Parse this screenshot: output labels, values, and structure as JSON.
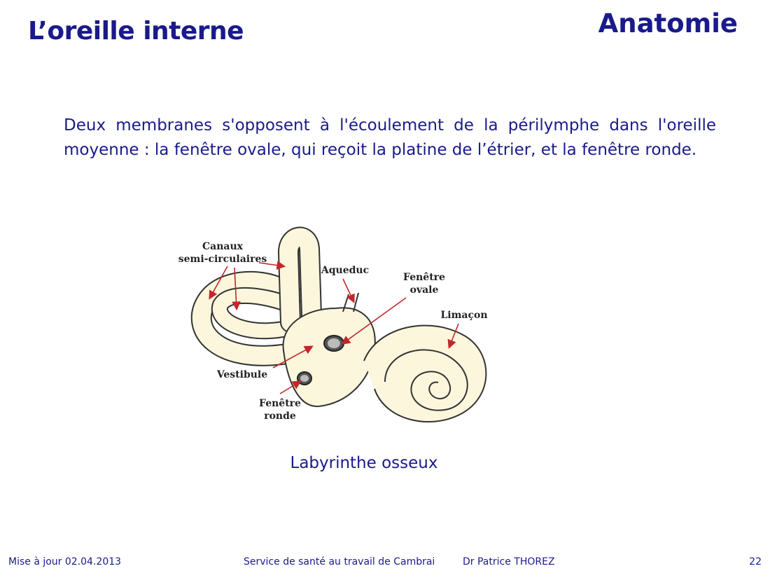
{
  "header": {
    "title": "L’oreille interne",
    "section": "Anatomie"
  },
  "body": {
    "paragraph": "Deux membranes s'opposent à l'écoulement de la périlymphe dans l'oreille moyenne : la fenêtre ovale, qui reçoit la platine de l’étrier, et la fenêtre ronde."
  },
  "figure": {
    "labels": {
      "canaux_line1": "Canaux",
      "canaux_line2": "semi-circulaires",
      "aqueduc": "Aqueduc",
      "fenetre_ovale_line1": "Fenêtre",
      "fenetre_ovale_line2": "ovale",
      "limacon": "Limaçon",
      "vestibule": "Vestibule",
      "fenetre_ronde_line1": "Fenêtre",
      "fenetre_ronde_line2": "ronde"
    },
    "colors": {
      "bone_fill": "#fbf6dc",
      "outline": "#333333",
      "arrow": "#c0282a"
    },
    "caption": "Labyrinthe osseux"
  },
  "footer": {
    "updated": "Mise à jour 02.04.2013",
    "service": "Service de santé au travail de Cambrai",
    "author": "Dr Patrice THOREZ",
    "page": "22"
  }
}
